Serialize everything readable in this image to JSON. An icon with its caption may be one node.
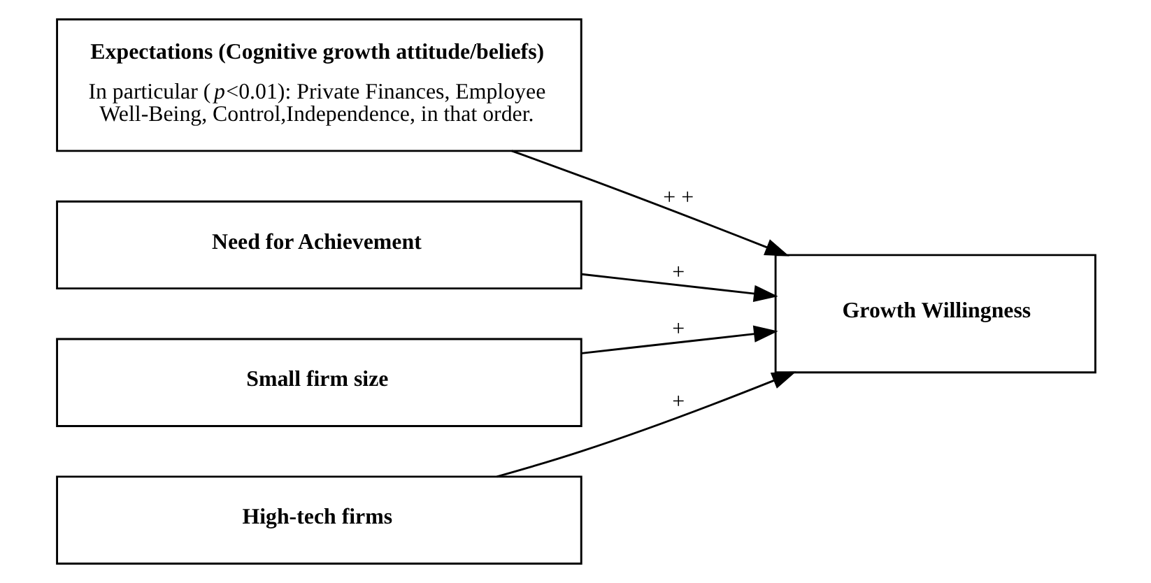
{
  "diagram": {
    "nodes": [
      {
        "text": [
          "Expectations (Cognitive growth attitude/beliefs)",
          "In particular (*p*<0.01): Private Finances, Employee Well-Being, Control,Independence, in that order."
        ]
      },
      {
        "text": [
          "Need for Achievement"
        ]
      },
      {
        "text": [
          "Small firm size"
        ]
      },
      {
        "text": [
          "High-tech firms"
        ]
      },
      {
        "text": [
          "Growth Willingness"
        ]
      }
    ],
    "edges": [
      {
        "from": 0,
        "to": 4,
        "arrow": "to",
        "label": "+ +"
      },
      {
        "from": 1,
        "to": 4,
        "arrow": "to",
        "label": "+"
      },
      {
        "from": 2,
        "to": 4,
        "arrow": "to",
        "label": "+"
      },
      {
        "from": 3,
        "to": 4,
        "arrow": "to",
        "label": "+"
      }
    ]
  }
}
